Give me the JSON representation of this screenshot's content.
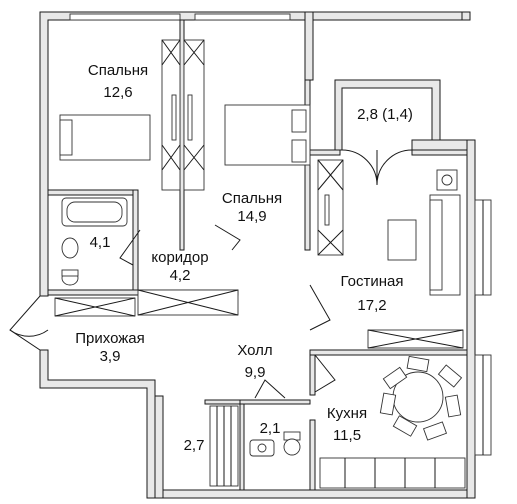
{
  "rooms": {
    "bedroom1": {
      "name": "Спальня",
      "area": "12,6"
    },
    "bedroom2": {
      "name": "Спальня",
      "area": "14,9"
    },
    "balcony": {
      "area": "2,8 (1,4)"
    },
    "bathroom": {
      "area": "4,1"
    },
    "corridor": {
      "name": "коридор",
      "area": "4,2"
    },
    "living": {
      "name": "Гостиная",
      "area": "17,2"
    },
    "hallway": {
      "name": "Прихожая",
      "area": "3,9"
    },
    "hall": {
      "name": "Холл",
      "area": "9,9"
    },
    "wc": {
      "area": "2,1"
    },
    "storage": {
      "area": "2,7"
    },
    "kitchen": {
      "name": "Кухня",
      "area": "11,5"
    }
  }
}
